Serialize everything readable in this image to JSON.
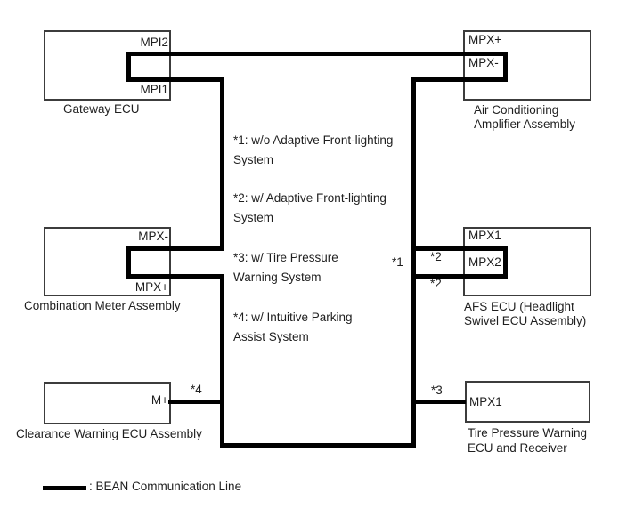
{
  "boxes": {
    "gateway": {
      "name": "Gateway ECU",
      "terminal_top": "MPI2",
      "terminal_bottom": "MPI1"
    },
    "ac": {
      "name1": "Air Conditioning",
      "name2": "Amplifier Assembly",
      "terminal_top": "MPX+",
      "terminal_bottom": "MPX-"
    },
    "meter": {
      "name": "Combination Meter Assembly",
      "terminal_top": "MPX-",
      "terminal_bottom": "MPX+"
    },
    "afs": {
      "name1": "AFS ECU (Headlight",
      "name2": "Swivel ECU Assembly)",
      "terminal_top": "MPX1",
      "terminal_bottom": "MPX2"
    },
    "clearance": {
      "name": "Clearance Warning ECU Assembly",
      "terminal": "M+"
    },
    "tire": {
      "name1": "Tire Pressure Warning",
      "name2": "ECU and Receiver",
      "terminal": "MPX1"
    }
  },
  "notes": {
    "n1": {
      "line1": "*1: w/o Adaptive Front-lighting",
      "line2": "System"
    },
    "n2": {
      "line1": "*2: w/ Adaptive Front-lighting",
      "line2": "System"
    },
    "n3": {
      "line1": "*3: w/ Tire Pressure",
      "line2": "Warning System"
    },
    "n4": {
      "line1": "*4: w/ Intuitive Parking",
      "line2": "Assist System"
    }
  },
  "markers": {
    "m1": "*1",
    "m2_top": "*2",
    "m2_bottom": "*2",
    "m3": "*3",
    "m4": "*4"
  },
  "legend": {
    "label": ": BEAN Communication Line"
  },
  "colors": {
    "line": "#000000",
    "box_border": "#3c3c3c",
    "background": "#ffffff",
    "text": "#1f1f1f"
  }
}
